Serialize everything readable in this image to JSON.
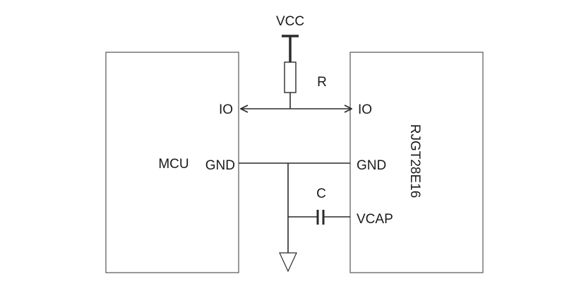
{
  "diagram": {
    "labels": {
      "vcc": "VCC",
      "resistor": "R",
      "capacitor": "C",
      "mcu": "MCU",
      "mcu_io": "IO",
      "mcu_gnd": "GND",
      "chip_io": "IO",
      "chip_gnd": "GND",
      "chip_vcap": "VCAP",
      "chip_name": "RJGT28E16"
    },
    "colors": {
      "line": "#2b2b2b",
      "box_stroke": "#555555",
      "text": "#1a1a1a"
    }
  }
}
